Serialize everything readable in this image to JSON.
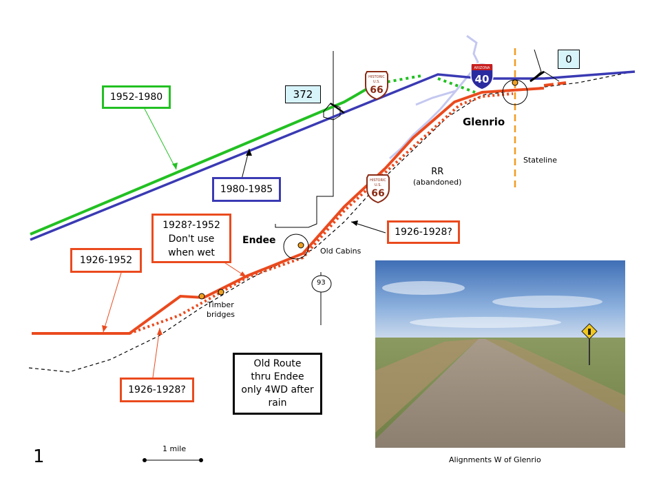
{
  "page_number": "1",
  "caption": "Alignments W of Glenrio",
  "scale_label": "1 mile",
  "places": {
    "glenrio": "Glenrio",
    "endee": "Endee",
    "stateline": "Stateline",
    "old_cabins": "Old Cabins",
    "timber_bridges_line1": "Timber",
    "timber_bridges_line2": "bridges",
    "rr_line1": "RR",
    "rr_line2": "(abandoned)"
  },
  "road_labels": {
    "r1952_1980": "1952-1980",
    "r1980_1985": "1980-1985",
    "r1928_1952_line1": "1928?-1952",
    "r1928_1952_line2": "Don't use",
    "r1928_1952_line3": "when wet",
    "r1926_1952": "1926-1952",
    "r1926_1928_east": "1926-1928?",
    "r1926_1928_west": "1926-1928?"
  },
  "note": {
    "line1": "Old Route",
    "line2": "thru Endee",
    "line3": "only 4WD after",
    "line4": "rain"
  },
  "exit_markers": {
    "exit_372": "372",
    "exit_0": "0"
  },
  "road_route_label": "93",
  "shields": {
    "us66_top": "HISTORIC",
    "us66_mid": "U.S.",
    "us66_number": "66",
    "i40_top": "ARIZONA",
    "i40_number": "40"
  },
  "colors": {
    "green": "#22c022",
    "blue": "#3a3ab4",
    "red": "#ea4a1e",
    "orange_dash": "#f39a1e",
    "light_blue": "#c4c8f0",
    "dot": "#f0a020",
    "cyan_box": "#d8f4fb"
  }
}
